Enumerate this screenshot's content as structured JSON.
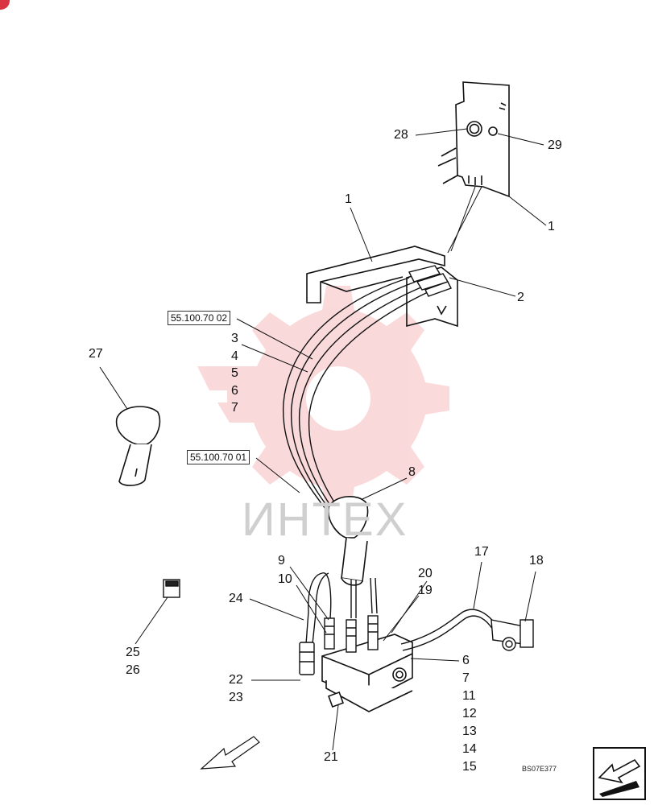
{
  "diagram": {
    "drawing_code": "BS07E377",
    "watermark_text": "ИНТЕХ",
    "callouts": {
      "c1a": "1",
      "c1b": "1",
      "c2": "2",
      "c8": "8",
      "c9": "9",
      "c10": "10",
      "c17": "17",
      "c18": "18",
      "c19": "19",
      "c20": "20",
      "c21": "21",
      "c24": "24",
      "c27": "27",
      "c28": "28",
      "c29": "29"
    },
    "ref_boxes": {
      "upper": "55.100.70 02",
      "lower": "55.100.70 01"
    },
    "stacks": {
      "hoses": [
        "3",
        "4",
        "5",
        "6",
        "7"
      ],
      "valve": [
        "6",
        "7",
        "11",
        "12",
        "13",
        "14",
        "15"
      ],
      "switch": [
        "25",
        "26"
      ],
      "fitting": [
        "22",
        "23"
      ]
    },
    "colors": {
      "line": "#111111",
      "watermark_red": "#e8454b",
      "watermark_text": "#cfcfcf",
      "badge": "#d9343f"
    }
  }
}
